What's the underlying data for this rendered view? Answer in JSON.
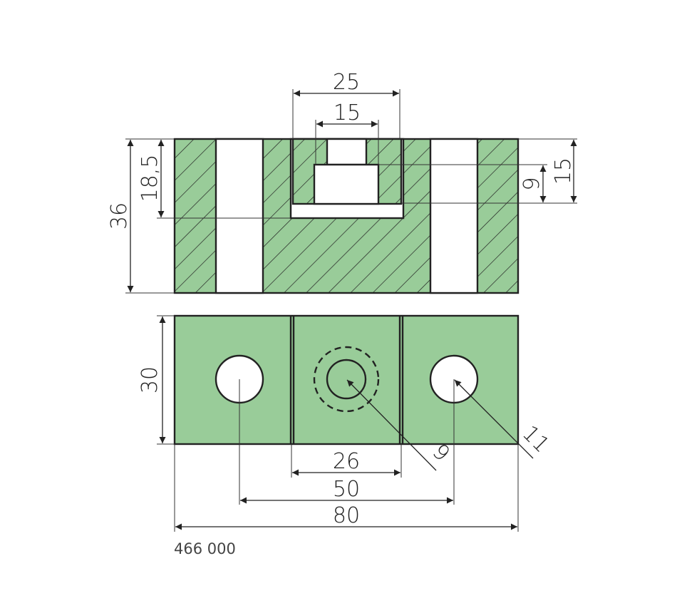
{
  "colors": {
    "fill": "#99cc99",
    "line": "#222222",
    "background": "#ffffff"
  },
  "dimensions": {
    "top_width_outer": "25",
    "top_width_inner": "15",
    "total_height": "36",
    "slot_depth": "18,5",
    "step_depth": "9",
    "pocket_depth": "15",
    "plan_depth": "30",
    "center_width": "26",
    "hole_spacing": "50",
    "total_length": "80",
    "center_hole_dia": "9",
    "outer_hole_dia": "11"
  },
  "part_number": "466 000"
}
